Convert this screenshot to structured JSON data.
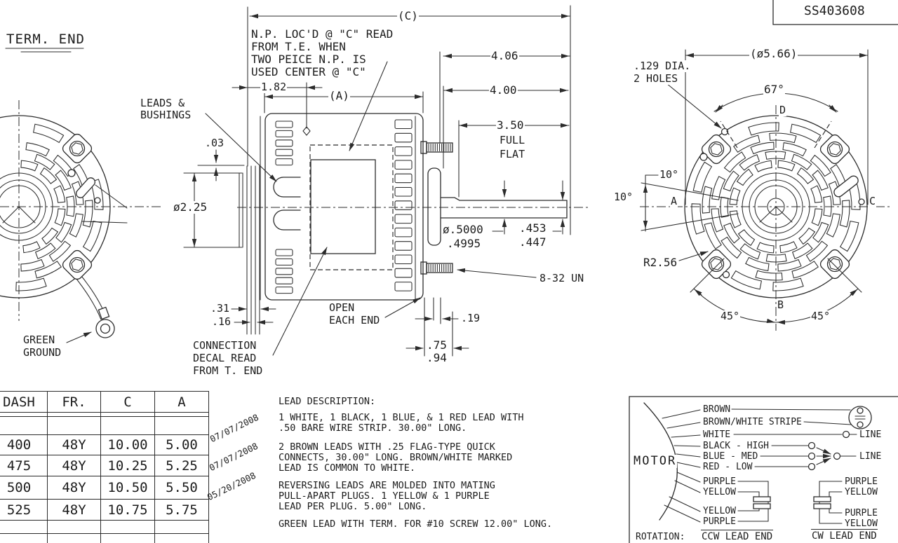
{
  "title_block": {
    "drawing_number": "SS403608"
  },
  "left_view": {
    "label": "TERM. END",
    "ground_label": [
      "GREEN",
      "GROUND"
    ]
  },
  "side_view": {
    "np_note": [
      "N.P. LOC'D @ \"C\" READ",
      "FROM T.E. WHEN",
      "TWO PEICE N.P. IS",
      "USED CENTER @ \"C\""
    ],
    "dim_c": "(C)",
    "dim_406": "4.06",
    "dim_400": "4.00",
    "dim_350": "3.50",
    "full_label": "FULL",
    "flat_label": "FLAT",
    "dim_182": "1.82",
    "dim_a": "(A)",
    "dim_03": ".03",
    "dim_225": "ø2.25",
    "dim_31": ".31",
    "dim_16": ".16",
    "shaft_dia_max": "ø.5000",
    "shaft_dia_min": ".4995",
    "flat_max": ".453",
    "flat_min": ".447",
    "thread": "8-32 UN",
    "dim_19": ".19",
    "dim_75": ".75",
    "dim_94": ".94",
    "leads_label": [
      "LEADS &",
      "BUSHINGS"
    ],
    "open_label": [
      "OPEN",
      "EACH END"
    ],
    "decal_label": [
      "CONNECTION",
      "DECAL READ",
      "FROM T. END"
    ]
  },
  "end_view": {
    "dim_dia": "(ø5.66)",
    "holes_label": [
      ".129 DIA.",
      "2 HOLES"
    ],
    "angle_67": "67°",
    "angle_10_a": "10°",
    "angle_10_b": "10°",
    "radius_bolt": "R2.56",
    "angle_45_l": "45°",
    "angle_45_r": "45°",
    "points": [
      "A",
      "B",
      "C",
      "D"
    ]
  },
  "table": {
    "headers": [
      "DASH",
      "FR.",
      "C",
      "A"
    ],
    "rows": [
      [
        "400",
        "48Y",
        "10.00",
        "5.00"
      ],
      [
        "475",
        "48Y",
        "10.25",
        "5.25"
      ],
      [
        "500",
        "48Y",
        "10.50",
        "5.50"
      ],
      [
        "525",
        "48Y",
        "10.75",
        "5.75"
      ]
    ],
    "dates": [
      "07/07/2008",
      "07/07/2008",
      "05/20/2008"
    ]
  },
  "lead_description": {
    "title": "LEAD DESCRIPTION:",
    "lines": [
      "1 WHITE, 1 BLACK, 1 BLUE, & 1 RED LEAD WITH",
      ".50 BARE WIRE STRIP. 30.00\" LONG.",
      "2 BROWN LEADS WITH .25 FLAG-TYPE QUICK",
      "CONNECTS, 30.00\" LONG. BROWN/WHITE MARKED",
      "LEAD IS COMMON TO WHITE.",
      "REVERSING LEADS ARE MOLDED INTO MATING",
      "PULL-APART PLUGS. 1 YELLOW & 1 PURPLE",
      "LEAD PER PLUG. 5.00\" LONG.",
      "GREEN LEAD WITH TERM. FOR #10 SCREW 12.00\" LONG."
    ]
  },
  "wiring": {
    "motor_label": "MOTOR",
    "leads": [
      "BROWN",
      "BROWN/WHITE STRIPE",
      "WHITE",
      "BLACK - HIGH",
      "BLUE - MED",
      "RED - LOW",
      "PURPLE",
      "YELLOW",
      "YELLOW",
      "PURPLE"
    ],
    "line_labels": [
      "LINE",
      "LINE"
    ],
    "right_leads": [
      "PURPLE",
      "YELLOW",
      "PURPLE",
      "YELLOW"
    ],
    "rotation_label": "ROTATION:",
    "ccw_label": "CCW LEAD END",
    "cw_label": "CW LEAD END"
  }
}
